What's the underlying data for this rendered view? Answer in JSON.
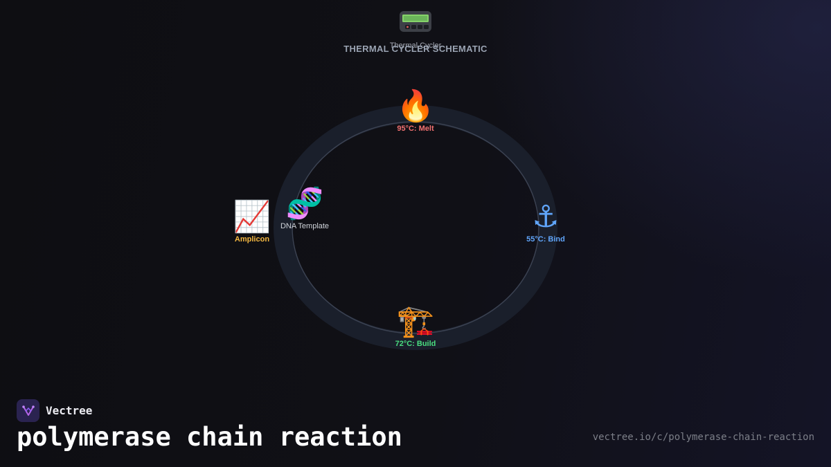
{
  "diagram": {
    "title": "THERMAL CYCLER SCHEMATIC",
    "header": {
      "icon": "pager-icon",
      "label": "Thermal Cycler"
    },
    "nodes": {
      "melt": {
        "icon": "🔥",
        "label": "95°C: Melt",
        "color": "#f47272"
      },
      "bind": {
        "icon": "⚓",
        "label": "55°C: Bind",
        "color": "#60a5fa"
      },
      "build": {
        "icon": "🏗️",
        "label": "72°C: Build",
        "color": "#4ade80"
      },
      "template": {
        "icon": "🧬",
        "label": "DNA Template",
        "color": "#d1d5db"
      },
      "amplicon": {
        "icon": "📈",
        "label": "Amplicon",
        "color": "#f5b841"
      }
    }
  },
  "brand": {
    "name": "Vectree"
  },
  "page": {
    "title": "polymerase chain reaction",
    "url": "vectree.io/c/polymerase-chain-reaction"
  }
}
